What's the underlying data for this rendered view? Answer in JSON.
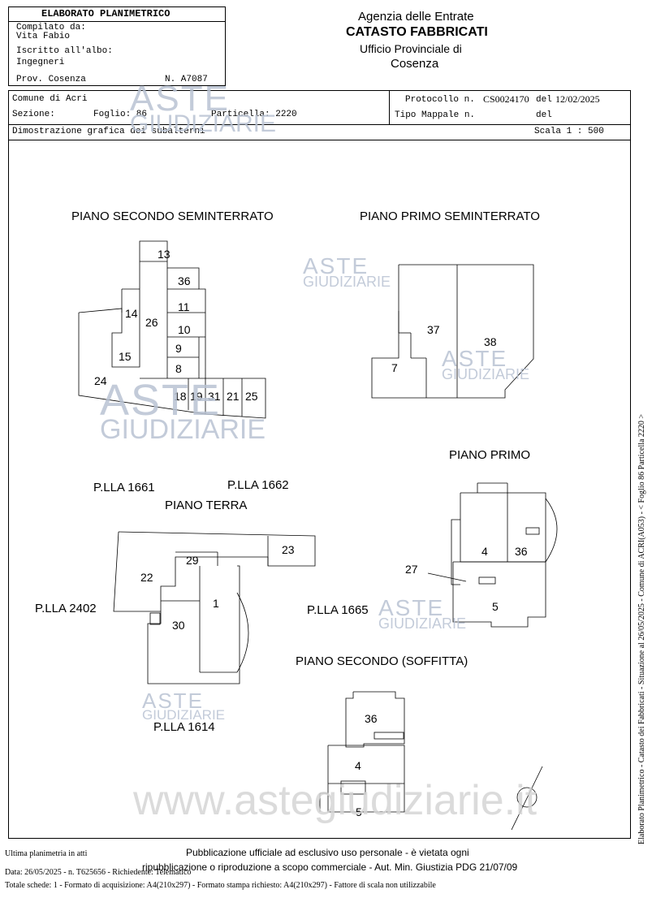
{
  "header": {
    "title": "ELABORATO PLANIMETRICO",
    "compilato_label": "Compilato da:",
    "compilato_name": "Vita Fabio",
    "iscritto_label": "Iscritto all'albo:",
    "iscritto_value": "Ingegneri",
    "prov": "Prov. Cosenza",
    "numero": "N. A7087",
    "agency_line1": "Agenzia delle Entrate",
    "agency_line2": "CATASTO FABBRICATI",
    "agency_line3": "Ufficio Provinciale di",
    "agency_line4": "Cosenza"
  },
  "info": {
    "comune": "Comune di Acri",
    "sezione": "Sezione:",
    "foglio": "Foglio: 86",
    "particella": "Particella: 2220",
    "protocollo_label": "Protocollo n.",
    "protocollo_value": "CS0024170",
    "protocollo_del": "del",
    "protocollo_date": "12/02/2025",
    "tipo_mappale": "Tipo Mappale n.",
    "tipo_del": "del",
    "dimostrazione": "Dimostrazione grafica dei subalterni",
    "scala": "Scala 1 : 500"
  },
  "plans": {
    "piano_secondo_seminterrato": "PIANO SECONDO SEMINTERRATO",
    "piano_primo_seminterrato": "PIANO PRIMO SEMINTERRATO",
    "piano_primo": "PIANO PRIMO",
    "piano_terra": "PIANO TERRA",
    "piano_secondo_soffitta": "PIANO SECONDO (SOFFITTA)",
    "plla_1661": "P.LLA 1661",
    "plla_1662": "P.LLA 1662",
    "plla_2402": "P.LLA 2402",
    "plla_1665": "P.LLA 1665",
    "plla_1614": "P.LLA 1614"
  },
  "rooms": {
    "r13": "13",
    "r36a": "36",
    "r11": "11",
    "r10": "10",
    "r14": "14",
    "r26": "26",
    "r9": "9",
    "r15": "15",
    "r8": "8",
    "r24": "24",
    "r18": "18",
    "r19": "19",
    "r31": "31",
    "r21": "21",
    "r25": "25",
    "r37": "37",
    "r38": "38",
    "r7": "7",
    "r4a": "4",
    "r36b": "36",
    "r27": "27",
    "r5a": "5",
    "r23": "23",
    "r29": "29",
    "r22": "22",
    "r1": "1",
    "r30": "30",
    "r36c": "36",
    "r4b": "4",
    "r5b": "5"
  },
  "watermark": {
    "aste": "ASTE",
    "giudiziarie": "GIUDIZIARIE",
    "website": "www.astegiudiziarie.it"
  },
  "footer": {
    "ultima": "Ultima planimetria in atti",
    "pubblicazione_1": "Pubblicazione ufficiale ad esclusivo uso personale - è vietata ogni",
    "pubblicazione_2": "ripubblicazione o riproduzione a scopo commerciale - Aut. Min. Giustizia PDG 21/07/09",
    "data_line": "Data: 26/05/2025 - n. T625656 - Richiedente: Telematico",
    "totale_line": "Totale schede: 1 - Formato di acquisizione: A4(210x297)  - Formato stampa richiesto: A4(210x297) - Fattore di scala non utilizzabile"
  },
  "side_text": "Elaborato Planimetrico - Catasto dei Fabbricati - Situazione al 26/05/2025 - Comune di ACRI(A053) - < Foglio 86 Particella 2220 >"
}
